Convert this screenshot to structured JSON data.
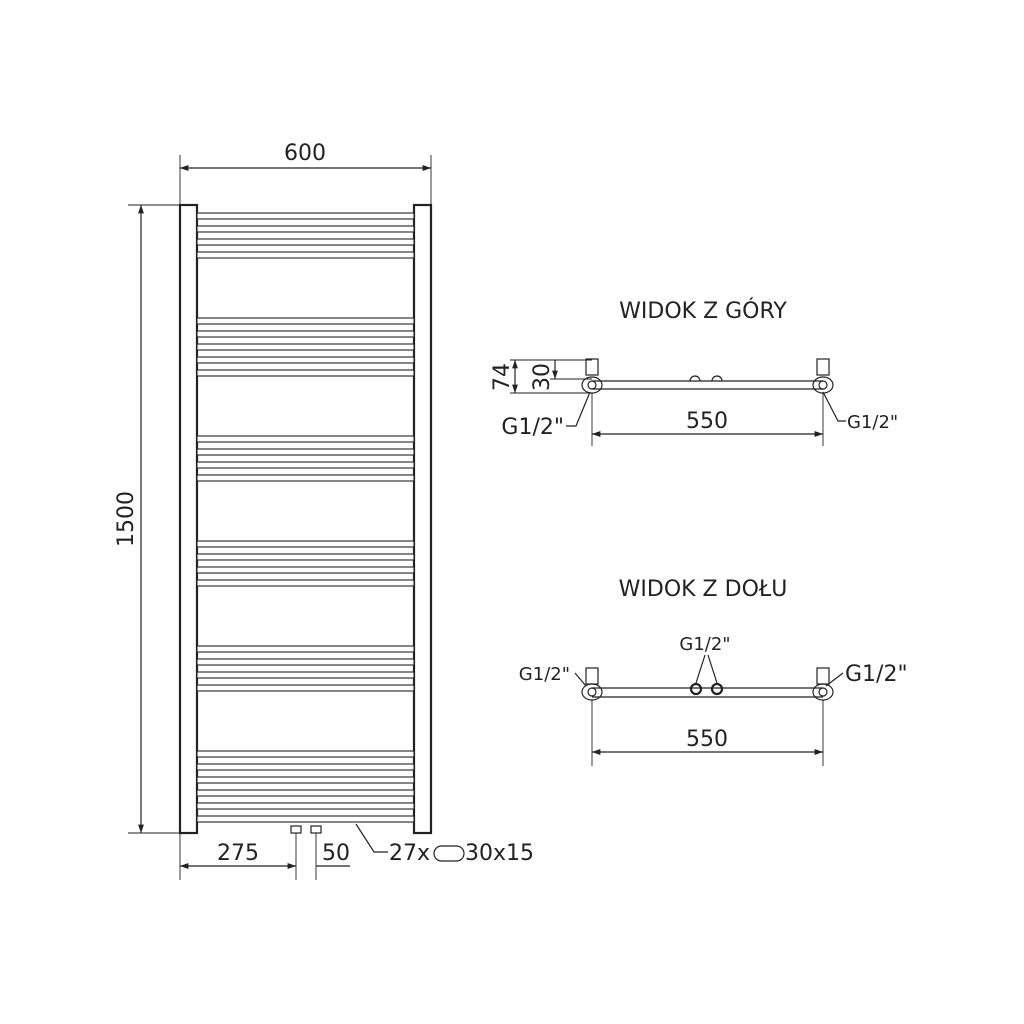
{
  "front": {
    "width_label": "600",
    "height_label": "1500",
    "left_offset_label": "275",
    "connection_spacing_label": "50",
    "tube_count_label": "27x",
    "tube_profile_label": "30x15",
    "tube_groups": [
      4,
      5,
      4,
      4,
      4,
      6
    ]
  },
  "top_view": {
    "heading": "WIDOK Z GÓRY",
    "depth_label": "74",
    "inner_depth_label": "30",
    "left_connector_label": "G1/2\"",
    "right_connector_label": "G1/2\"",
    "axis_spacing_label": "550"
  },
  "bottom_view": {
    "heading": "WIDOK Z DOŁU",
    "left_connector_label": "G1/2\"",
    "center_connector_label": "G1/2\"",
    "right_connector_label": "G1/2\"",
    "axis_spacing_label": "550"
  }
}
